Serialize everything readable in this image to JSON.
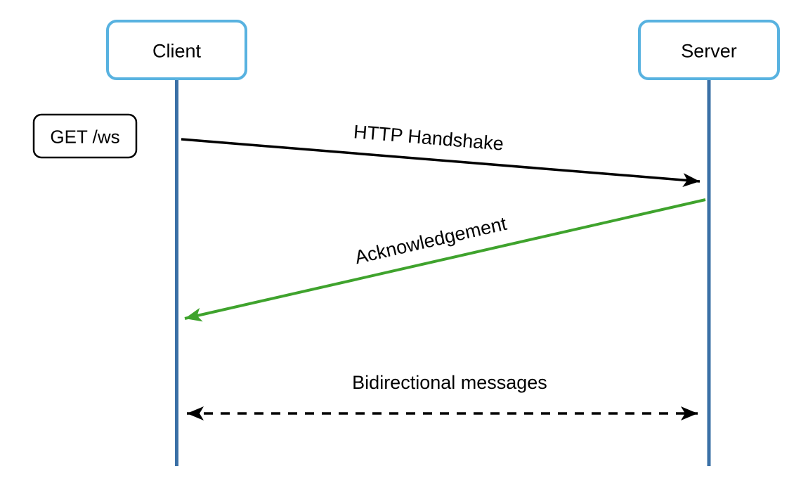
{
  "diagram": {
    "type": "sequence",
    "actors": [
      {
        "label": "Client"
      },
      {
        "label": "Server"
      }
    ],
    "request_label": "GET /ws",
    "messages": [
      {
        "label": "HTTP Handshake",
        "from": "Client",
        "to": "Server",
        "style": "solid",
        "direction": "one-way",
        "color": "#000000"
      },
      {
        "label": "Acknowledgement",
        "from": "Server",
        "to": "Client",
        "style": "solid",
        "direction": "one-way",
        "color": "#3fa32d"
      },
      {
        "label": "Bidirectional messages",
        "from": "Client",
        "to": "Server",
        "style": "dashed",
        "direction": "both",
        "color": "#000000"
      }
    ],
    "colors": {
      "actor_border": "#58b2e0",
      "actor_fill": "#ffffff",
      "lifeline": "#3b70a6",
      "note_border": "#000000",
      "note_fill": "#ffffff",
      "text": "#000000",
      "solid_black": "#000000",
      "green": "#3fa32d",
      "background": "#ffffff"
    }
  }
}
